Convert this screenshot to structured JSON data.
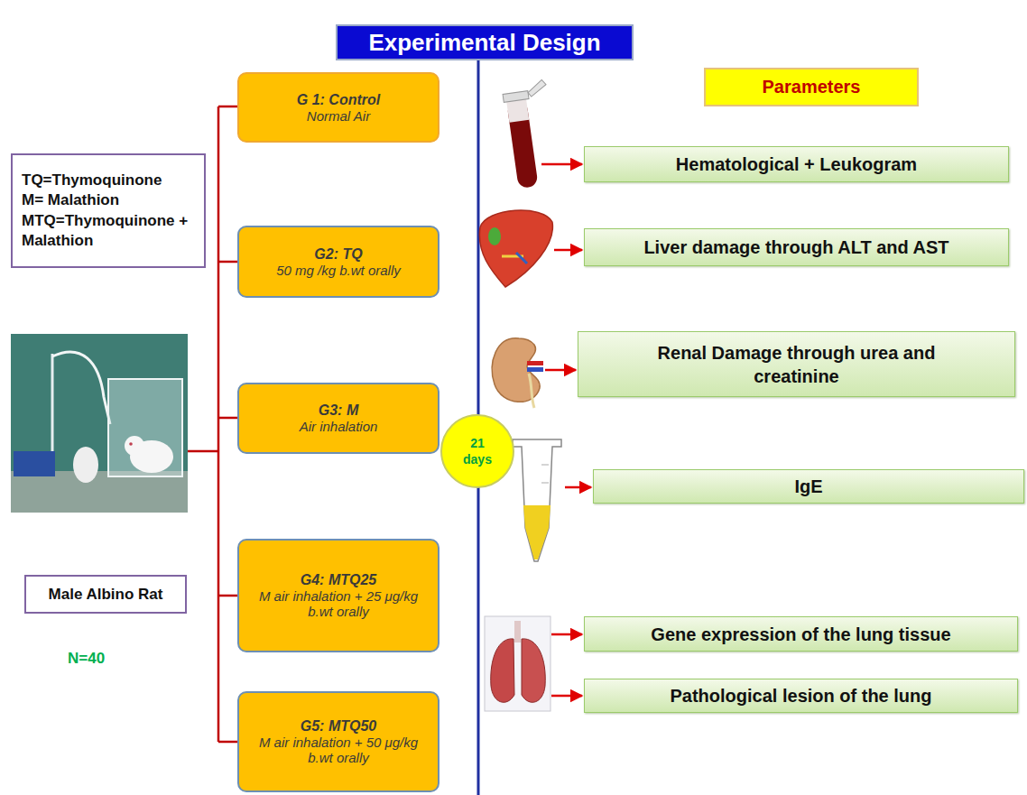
{
  "diagram": {
    "title": "Experimental Design",
    "nodes": [
      {
        "text": [
          "TQ=Thymoquinone",
          "M= Malathion",
          "MTQ=Thymoquinone + Malathion"
        ]
      },
      {
        "text": [
          "Male Albino Rat"
        ]
      },
      {
        "text": [
          "G 1: Control",
          "Normal Air"
        ]
      },
      {
        "text": [
          "G2: TQ",
          "50 mg /kg b.wt orally"
        ]
      },
      {
        "text": [
          "G3: M",
          "Air inhalation"
        ]
      },
      {
        "text": [
          "G4: MTQ25",
          "M air inhalation + 25 μg/kg b.wt orally"
        ]
      },
      {
        "text": [
          "G5: MTQ50",
          "M air inhalation + 50 μg/kg b.wt orally"
        ]
      },
      {
        "text": [
          "21 days"
        ]
      },
      {
        "text": [
          "Parameters"
        ]
      },
      {
        "text": [
          "Hematological + Leukogram"
        ]
      },
      {
        "text": [
          "Liver damage through ALT and AST"
        ]
      },
      {
        "text": [
          "Renal Damage through urea and creatinine"
        ]
      },
      {
        "text": [
          "IgE"
        ]
      },
      {
        "text": [
          "Gene expression of the lung tissue"
        ]
      },
      {
        "text": [
          "Pathological lesion of the lung"
        ]
      }
    ],
    "labels": [
      "N=40"
    ]
  }
}
